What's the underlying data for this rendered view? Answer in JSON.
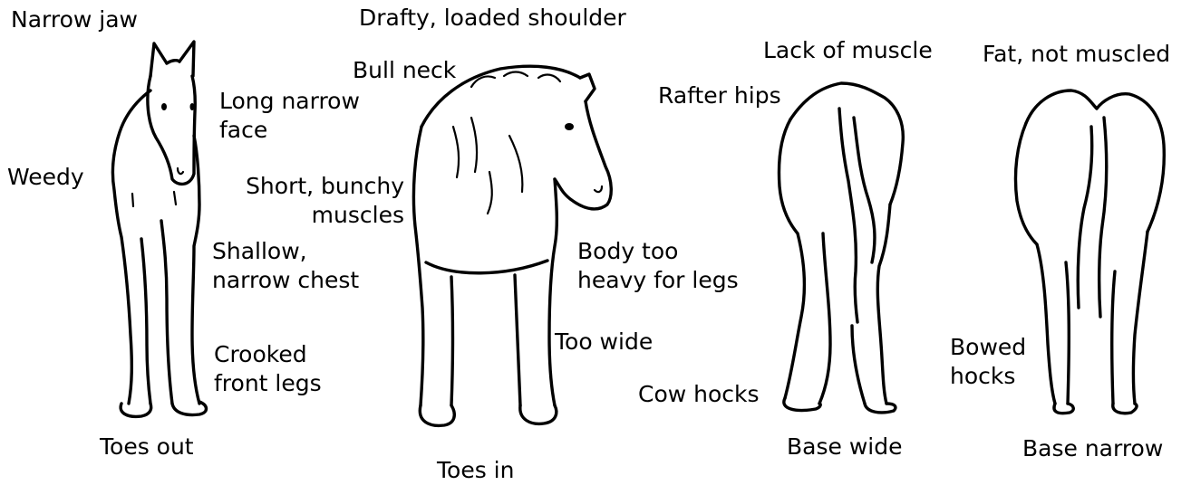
{
  "figures": [
    {
      "name": "Narrow horse front view",
      "labels": {
        "narrow_jaw": "Narrow jaw",
        "long_narrow_face_1": "Long narrow",
        "long_narrow_face_2": "face",
        "weedy": "Weedy",
        "shallow_chest_1": "Shallow,",
        "shallow_chest_2": "narrow chest",
        "crooked_legs_1": "Crooked",
        "crooked_legs_2": "front legs",
        "toes_out": "Toes out"
      }
    },
    {
      "name": "Heavy horse front view",
      "labels": {
        "drafty_shoulder": "Drafty, loaded shoulder",
        "bull_neck": "Bull neck",
        "bunchy_muscles_1": "Short, bunchy",
        "bunchy_muscles_2": "muscles",
        "body_heavy_1": "Body too",
        "body_heavy_2": "heavy for legs",
        "too_wide": "Too wide",
        "toes_in": "Toes in"
      }
    },
    {
      "name": "Horse rear view base wide",
      "labels": {
        "lack_of_muscle": "Lack of muscle",
        "rafter_hips": "Rafter hips",
        "cow_hocks": "Cow hocks",
        "base_wide": "Base wide"
      }
    },
    {
      "name": "Horse rear view base narrow",
      "labels": {
        "fat_not_muscled": "Fat, not muscled",
        "bowed_hocks_1": "Bowed",
        "bowed_hocks_2": "hocks",
        "base_narrow": "Base narrow"
      }
    }
  ]
}
